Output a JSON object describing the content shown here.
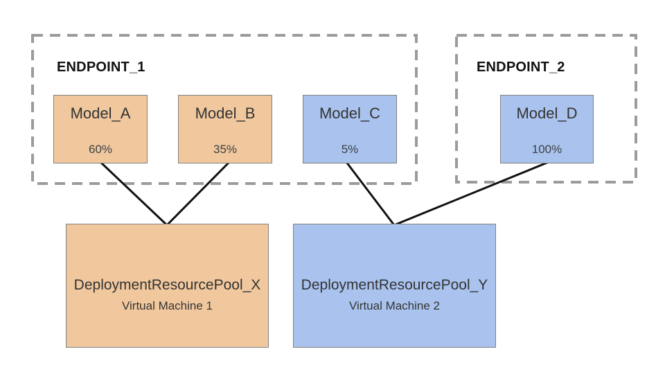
{
  "colors": {
    "pool_x_group": "#f1c89e",
    "pool_y_group": "#aac3ee",
    "box_border": "#7f7f7f",
    "dashed_border": "#9b9b9b",
    "connector_line": "#111111",
    "text": "#333333"
  },
  "endpoints": [
    {
      "label": "ENDPOINT_1",
      "models": [
        {
          "name": "Model_A",
          "traffic": "60%",
          "color_group": "pool_x_group"
        },
        {
          "name": "Model_B",
          "traffic": "35%",
          "color_group": "pool_x_group"
        },
        {
          "name": "Model_C",
          "traffic": "5%",
          "color_group": "pool_y_group"
        }
      ]
    },
    {
      "label": "ENDPOINT_2",
      "models": [
        {
          "name": "Model_D",
          "traffic": "100%",
          "color_group": "pool_y_group"
        }
      ]
    }
  ],
  "pools": [
    {
      "name": "DeploymentResourcePool_X",
      "machine": "Virtual Machine 1",
      "color_group": "pool_x_group"
    },
    {
      "name": "DeploymentResourcePool_Y",
      "machine": "Virtual Machine 2",
      "color_group": "pool_y_group"
    }
  ],
  "connections": [
    {
      "from": "Model_A",
      "to": "DeploymentResourcePool_X"
    },
    {
      "from": "Model_B",
      "to": "DeploymentResourcePool_X"
    },
    {
      "from": "Model_C",
      "to": "DeploymentResourcePool_Y"
    },
    {
      "from": "Model_D",
      "to": "DeploymentResourcePool_Y"
    }
  ]
}
